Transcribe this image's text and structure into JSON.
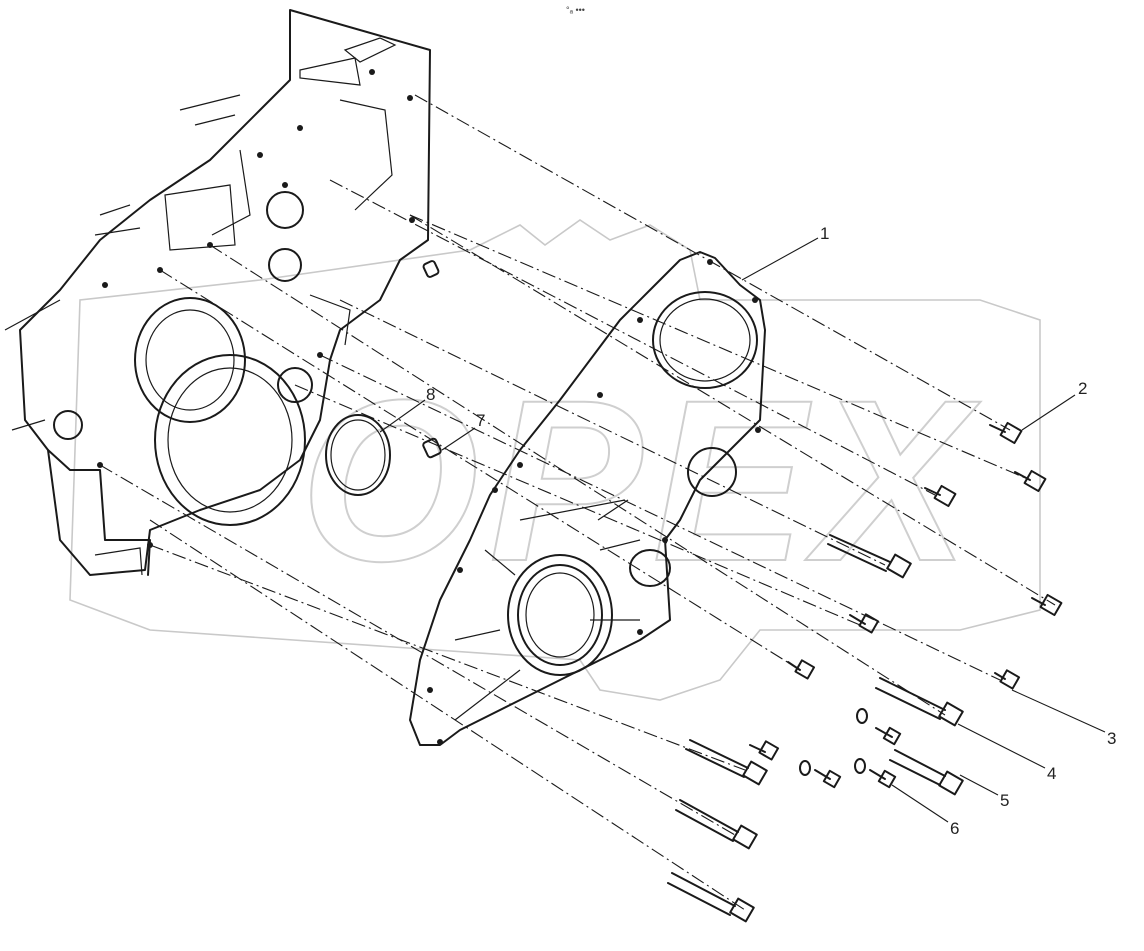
{
  "diagram": {
    "header_mark": "°ₐ •••",
    "watermark_text": "OPEX",
    "callouts": [
      {
        "id": "1",
        "label": "1"
      },
      {
        "id": "2",
        "label": "2"
      },
      {
        "id": "3",
        "label": "3"
      },
      {
        "id": "4",
        "label": "4"
      },
      {
        "id": "5",
        "label": "5"
      },
      {
        "id": "6",
        "label": "6"
      },
      {
        "id": "7",
        "label": "7"
      },
      {
        "id": "8",
        "label": "8"
      }
    ]
  }
}
